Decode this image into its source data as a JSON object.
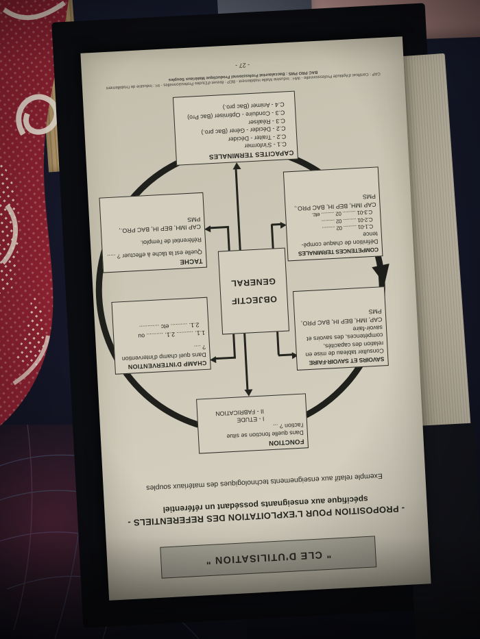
{
  "colors": {
    "page_bg": "#cfcaba",
    "ink": "#26261f",
    "banner_bg": "#b2afa2",
    "fabric_red": "#8c2131",
    "fabric_motif": "#e6dccf",
    "background_navy": "#141627",
    "binder_black": "#0b0c10",
    "page_stack": "#b5ad99",
    "wood": "#ab9166",
    "pink_fabric": "#a87f7b",
    "grey_fabric": "#4d525e"
  },
  "page": {
    "banner": "\" CLE D'UTILISATION \"",
    "title_line1": "- PROPOSITION POUR L'EXPLOITATION DES REFERENTIELS -",
    "title_line2": "spécifique aux enseignants possédant un référentiel",
    "subtitle": "Exemple relatif aux enseignements technologiques des matériaux souples",
    "diagram": {
      "center": {
        "line1": "OBJECTIF",
        "line2": "GENERAL"
      },
      "boxes": {
        "fonction": {
          "header": "FONCTION",
          "lines": [
            "Dans quelle fonction se situe",
            "l'action ? ...",
            "I - ETUDE",
            "II - FABRICATION"
          ]
        },
        "champ": {
          "header": "CHAMP D'INTERVENTION",
          "lines": [
            "Dans quel champ d'intervention ? ....",
            "1.1. .......... 2.1. .......... ou",
            "2.1. .......... etc ............"
          ]
        },
        "tache": {
          "header": "TACHE",
          "lines": [
            "Quelle est la tâche à effectuer ? .....",
            "Référentiel de l'emploi.",
            "CAP IMH, BEP IH, BAC PRO.,",
            "PMS"
          ]
        },
        "capacites": {
          "header": "CAPACITES TERMINALES",
          "lines": [
            "C.1 - S'informer",
            "C.2 - Traiter - Décider",
            "C.2 - Décider - Gérer (Bac pro.)",
            "C.3 - Réaliser",
            "C.3 - Conduire - Optimiser (Bac Pro)",
            "C.4 - Animer (Bac pro.)"
          ]
        },
        "competences": {
          "header": "COMPETENCES TERMINALES",
          "lines": [
            "Définition de chaque compé-",
            "tence",
            "C.1-01 .......... 02 ..........",
            "C.2-01 .......... 02 ..........",
            "C.3-01 .......... 02 .......... etc.",
            "CAP IMH, BEP IH, BAC PRO.,",
            "PMS"
          ]
        },
        "savoirs": {
          "header": "SAVOIRS ET SAVOIR-FAIRE",
          "lines": [
            "Consulter tableau de mise en",
            "relation des capacités,",
            "compétences, des savoirs et",
            "savoir-faire",
            "CAP, IMH, BEP IH, BAC PRO,",
            "PMS"
          ]
        }
      }
    },
    "footer": {
      "legend_line1": "CAP : Certificat d'Aptitude Professionnelle - IMH : Industrie Maille Habillement - BEP : Brevet d'Etudes Professionnelles - IH : Industrie de l'Habillement",
      "legend_line2": "BAC PRO PMS : Baccalauréat Professionnel Productique Matériaux Souples",
      "page_number": "- 27 -"
    }
  }
}
